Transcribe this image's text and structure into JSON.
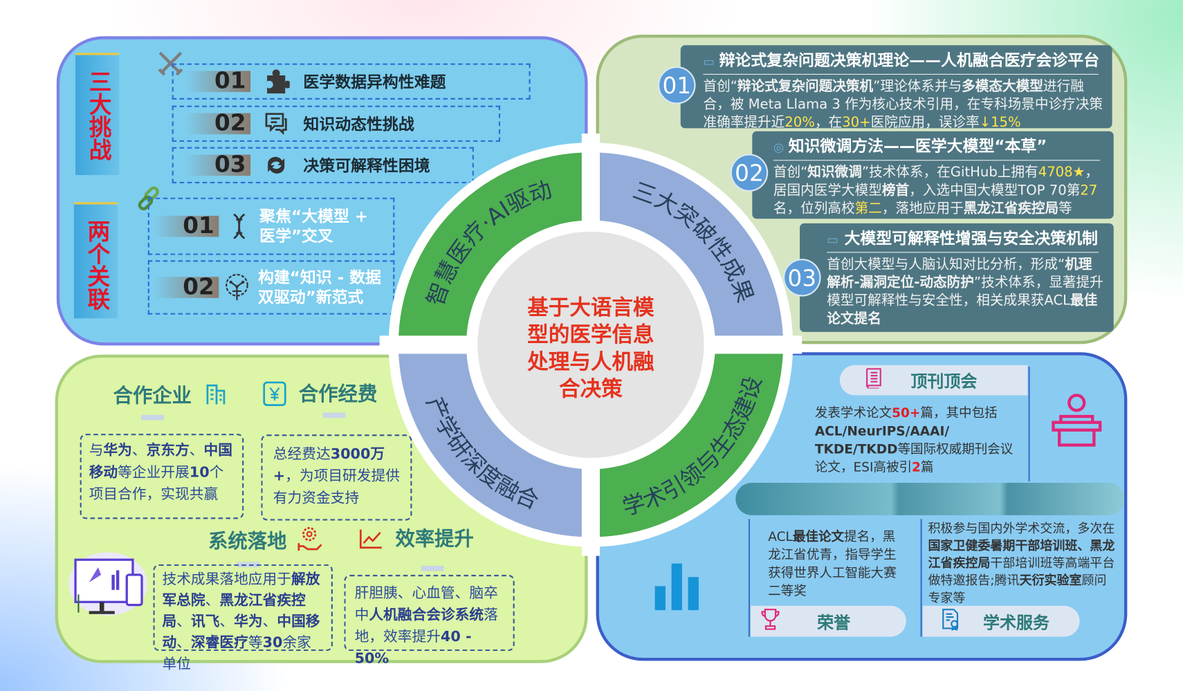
{
  "center": {
    "title_lines": [
      "基于大语言模",
      "型的医学信息",
      "处理与人机融",
      "合决策"
    ]
  },
  "ring": {
    "tl": "智慧医疗·AI驱动",
    "tr": "三大突破性成果",
    "bl": "产学研深度融合",
    "br": "学术引领与生态建设"
  },
  "colors": {
    "green": "#4caf50",
    "blue": "#93acd9",
    "red": "#e5321e"
  },
  "challenges": {
    "label": "三大挑战",
    "items": [
      {
        "num": "01",
        "icon": "puzzle-icon",
        "text": "医学数据异构性难题"
      },
      {
        "num": "02",
        "icon": "chat-icon",
        "text": "知识动态性挑战"
      },
      {
        "num": "03",
        "icon": "refresh-icon",
        "text": "决策可解释性困境"
      }
    ]
  },
  "relations": {
    "label": "两个关联",
    "items": [
      {
        "num": "01",
        "icon": "dna-icon",
        "text": "聚焦“大模型 + 医学”交叉"
      },
      {
        "num": "02",
        "icon": "brain-icon",
        "text": "构建“知识 - 数据双驱动”新范式"
      }
    ]
  },
  "achievements": [
    {
      "num": "01",
      "title": "辩论式复杂问题决策机理论——人机融合医疗会诊平台",
      "body": [
        {
          "t": "首创“",
          "s": ""
        },
        {
          "t": "辩论式复杂问题决策机",
          "s": "b"
        },
        {
          "t": "”理论体系并与",
          "s": ""
        },
        {
          "t": "多模态大模型",
          "s": "b"
        },
        {
          "t": "进行融合，被 Meta Llama 3 作为核心技术引用，在专科场景中诊疗决策准确率提升近",
          "s": ""
        },
        {
          "t": "20%",
          "s": "y"
        },
        {
          "t": "，在",
          "s": ""
        },
        {
          "t": "30+",
          "s": "y"
        },
        {
          "t": "医院应用，误诊率",
          "s": ""
        },
        {
          "t": "↓15%",
          "s": "y"
        }
      ]
    },
    {
      "num": "02",
      "title": "知识微调方法——医学大模型“本草”",
      "body": [
        {
          "t": "首创“",
          "s": ""
        },
        {
          "t": "知识微调",
          "s": "b"
        },
        {
          "t": "”技术体系，在GitHub上拥有",
          "s": ""
        },
        {
          "t": "4708",
          "s": "y"
        },
        {
          "t": "★",
          "s": "y"
        },
        {
          "t": "，居国内医学大模型",
          "s": ""
        },
        {
          "t": "榜首",
          "s": "b"
        },
        {
          "t": "，入选中国大模型TOP 70第",
          "s": ""
        },
        {
          "t": "27",
          "s": "y"
        },
        {
          "t": "名，位列高校",
          "s": ""
        },
        {
          "t": "第二",
          "s": "y"
        },
        {
          "t": "，落地应用于",
          "s": ""
        },
        {
          "t": "黑龙江省疾控局",
          "s": "b"
        },
        {
          "t": "等",
          "s": ""
        }
      ]
    },
    {
      "num": "03",
      "title": "大模型可解释性增强与安全决策机制",
      "body": [
        {
          "t": "首创大模型与人脑认知对比分析，形成“",
          "s": ""
        },
        {
          "t": "机理解析-漏洞定位-动态防护",
          "s": "b"
        },
        {
          "t": "”技术体系，显著提升模型可解释性与安全性，相关成果获ACL",
          "s": ""
        },
        {
          "t": "最佳论文提名",
          "s": "b"
        }
      ]
    }
  ],
  "cooperation": {
    "enterprise_title": "合作企业",
    "funding_title": "合作经费",
    "deploy_title": "系统落地",
    "efficiency_title": "效率提升",
    "enterprise_body": [
      {
        "t": "与",
        "s": ""
      },
      {
        "t": "华为",
        "s": "b"
      },
      {
        "t": "、",
        "s": ""
      },
      {
        "t": "京东方",
        "s": "b"
      },
      {
        "t": "、",
        "s": ""
      },
      {
        "t": "中国移动",
        "s": "b"
      },
      {
        "t": "等企业开展",
        "s": ""
      },
      {
        "t": "10",
        "s": "b"
      },
      {
        "t": "个项目合作，实现共赢",
        "s": ""
      }
    ],
    "funding_body": [
      {
        "t": "总经费达",
        "s": ""
      },
      {
        "t": "3000万+",
        "s": "b"
      },
      {
        "t": "，为项目研发提供有力资金支持",
        "s": ""
      }
    ],
    "deploy_body": [
      {
        "t": "技术成果落地应用于",
        "s": ""
      },
      {
        "t": "解放军总院",
        "s": "b"
      },
      {
        "t": "、",
        "s": ""
      },
      {
        "t": "黑龙江省疾控局",
        "s": "b"
      },
      {
        "t": "、",
        "s": ""
      },
      {
        "t": "讯飞",
        "s": "b"
      },
      {
        "t": "、",
        "s": ""
      },
      {
        "t": "华为",
        "s": "b"
      },
      {
        "t": "、",
        "s": ""
      },
      {
        "t": "中国移动",
        "s": "b"
      },
      {
        "t": "、",
        "s": ""
      },
      {
        "t": "深睿医疗",
        "s": "b"
      },
      {
        "t": "等",
        "s": ""
      },
      {
        "t": "30",
        "s": "b"
      },
      {
        "t": "余家单位",
        "s": ""
      }
    ],
    "efficiency_body": [
      {
        "t": "肝胆胰、心血管、脑卒中",
        "s": ""
      },
      {
        "t": "人机融合会诊系统",
        "s": "b"
      },
      {
        "t": "落地，效率提升",
        "s": ""
      },
      {
        "t": "40 - 50%",
        "s": "b"
      }
    ]
  },
  "academic": {
    "journals_title": "顶刊顶会",
    "journals_body": [
      {
        "t": "发表学术论文",
        "s": ""
      },
      {
        "t": "50+",
        "s": "r"
      },
      {
        "t": "篇，其中包括",
        "s": ""
      },
      {
        "t": "ACL/NeurIPS/AAAI/ TKDE/TKDD",
        "s": "b"
      },
      {
        "t": "等国际权威期刊会议论文，ESI高被引",
        "s": ""
      },
      {
        "t": "2",
        "s": "r"
      },
      {
        "t": "篇",
        "s": ""
      }
    ],
    "honor_title": "荣誉",
    "honor_body": [
      {
        "t": "ACL",
        "s": ""
      },
      {
        "t": "最佳论文",
        "s": "b"
      },
      {
        "t": "提名，黑龙江省优青，指导学生获得世界人工智能大赛二等奖",
        "s": ""
      }
    ],
    "service_title": "学术服务",
    "service_body": [
      {
        "t": "积极参与国内外学术交流，多次在",
        "s": ""
      },
      {
        "t": "国家卫健委暑期干部培训班、黑龙江省疾控局",
        "s": "b"
      },
      {
        "t": "干部培训班等高端平台做特邀报告;腾讯",
        "s": ""
      },
      {
        "t": "天衍实验室",
        "s": "b"
      },
      {
        "t": "顾问专家等",
        "s": ""
      }
    ]
  }
}
